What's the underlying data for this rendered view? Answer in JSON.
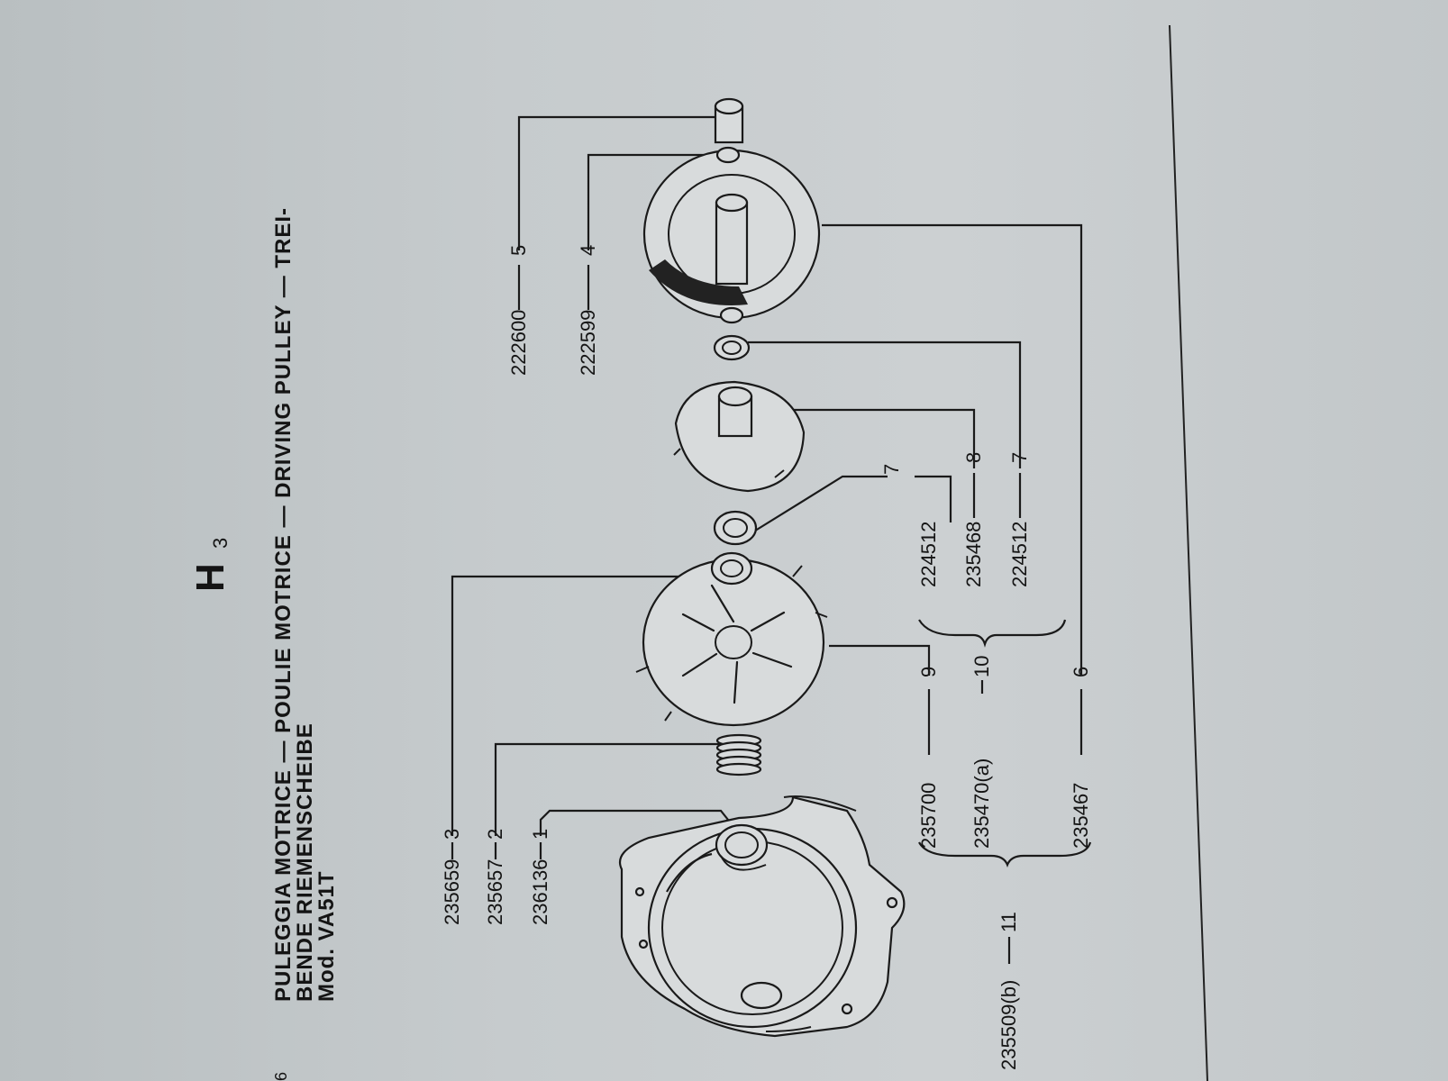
{
  "page": {
    "section": "H",
    "section_sub": "3",
    "title_line1": "PULEGGIA  MOTRICE  —  POULIE  MOTRICE  —  DRIVING  PULLEY  —  TREI-",
    "title_line2": "BENDE RIEMENSCHEIBE",
    "title_line3": "Mod. VA51T",
    "margin_mark": "6"
  },
  "callouts": [
    {
      "part": "235659",
      "ref": "3"
    },
    {
      "part": "235657",
      "ref": "2"
    },
    {
      "part": "236136",
      "ref": "1"
    },
    {
      "part": "222600",
      "ref": "5"
    },
    {
      "part": "222599",
      "ref": "4"
    },
    {
      "part": "224512",
      "ref": "7"
    },
    {
      "part": "235468",
      "ref": "8"
    },
    {
      "part": "224512",
      "ref": "7"
    }
  ],
  "assembly": {
    "main_part": "235509(b)",
    "main_ref": "11",
    "sub_part": "235470(a)",
    "sub_ref": "10",
    "items": [
      {
        "part": "235700",
        "ref": "9"
      },
      {
        "part": "235470(a)",
        "ref": "10"
      },
      {
        "part": "235467",
        "ref": "6"
      }
    ],
    "sub_ref_7": "7"
  }
}
